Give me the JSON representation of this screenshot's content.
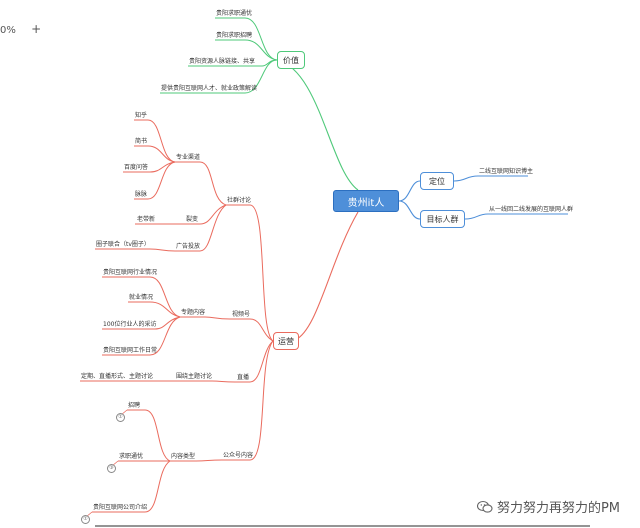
{
  "toolbar": {
    "zoom": "0%",
    "add": "+"
  },
  "root": "贵州it人",
  "branches": {
    "jiazhi": {
      "label": "价值",
      "items": [
        "贵阳求职通忧",
        "贵阳求职招聘",
        "贵阳资源人脉链接、共享",
        "提供贵阳互联网人才、就业政策解读"
      ]
    },
    "dingwei": {
      "label": "定位",
      "child": "二线互联网知识博主"
    },
    "mubiao": {
      "label": "目标人群",
      "child": "从一线回二线发展的互联网人群"
    },
    "yunying": {
      "label": "运营",
      "shequn": {
        "label": "社群讨论",
        "zhuanye": {
          "label": "专业渠道",
          "items": [
            "知乎",
            "简书",
            "百度问答",
            "脉脉"
          ]
        },
        "liebian": {
          "label": "裂变",
          "items": [
            "老带新"
          ]
        },
        "guanggao": {
          "label": "广告投放",
          "items": [
            "圈子联合（tv圈子）"
          ]
        }
      },
      "shipinhao": {
        "label": "视频号",
        "zhuanti": {
          "label": "专题内容",
          "items": [
            "贵阳互联网行业情况",
            "就业情况",
            "100位行业人的采访",
            "贵阳互联网工作日常"
          ]
        }
      },
      "zhibo": {
        "label": "直播",
        "weirao": {
          "label": "围绕主题讨论",
          "items": [
            "定期、直播形式、主题讨论"
          ]
        }
      },
      "gongzhonghao": {
        "label": "公众号内容",
        "neirong": {
          "label": "内容类型",
          "items": [
            "招聘",
            "求职通忧",
            "贵阳互联网公司介绍"
          ],
          "badges": [
            "①",
            "③",
            "①"
          ]
        }
      }
    }
  },
  "watermark": "努力努力再努力的PM",
  "colors": {
    "green": "#4fc97a",
    "red": "#ea6b5e",
    "blue": "#4e8fd9",
    "root": "#4e8fd9"
  }
}
